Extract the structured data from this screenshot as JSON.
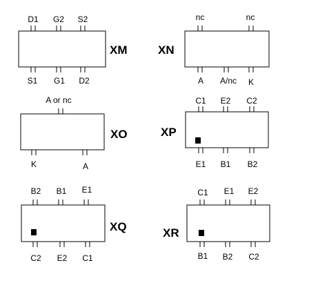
{
  "packages": [
    {
      "name": "XM",
      "top_pins": [
        {
          "label": "D1"
        },
        {
          "label": "G2"
        },
        {
          "label": "S2"
        }
      ],
      "bottom_pins": [
        {
          "label": "S1"
        },
        {
          "label": "G1"
        },
        {
          "label": "D2"
        }
      ],
      "dot": false
    },
    {
      "name": "XN",
      "top_pins": [
        {
          "label": "nc"
        },
        {
          "label": "nc"
        }
      ],
      "bottom_pins": [
        {
          "label": "A"
        },
        {
          "label": "A/nc"
        },
        {
          "label": "K"
        }
      ],
      "dot": false
    },
    {
      "name": "XO",
      "top_pins": [
        {
          "label": "A or nc"
        }
      ],
      "bottom_pins": [
        {
          "label": "K"
        },
        {
          "label": "A"
        }
      ],
      "dot": false
    },
    {
      "name": "XP",
      "top_pins": [
        {
          "label": "C1"
        },
        {
          "label": "E2"
        },
        {
          "label": "C2"
        }
      ],
      "bottom_pins": [
        {
          "label": "E1"
        },
        {
          "label": "B1"
        },
        {
          "label": "B2"
        }
      ],
      "dot": true
    },
    {
      "name": "XQ",
      "top_pins": [
        {
          "label": "B2"
        },
        {
          "label": "B1"
        },
        {
          "label": "E1"
        }
      ],
      "bottom_pins": [
        {
          "label": "C2"
        },
        {
          "label": "E2"
        },
        {
          "label": "C1"
        }
      ],
      "dot": true
    },
    {
      "name": "XR",
      "top_pins": [
        {
          "label": "C1"
        },
        {
          "label": "E1"
        },
        {
          "label": "E2"
        }
      ],
      "bottom_pins": [
        {
          "label": "B1"
        },
        {
          "label": "B2"
        },
        {
          "label": "C2"
        }
      ],
      "dot": true
    }
  ]
}
